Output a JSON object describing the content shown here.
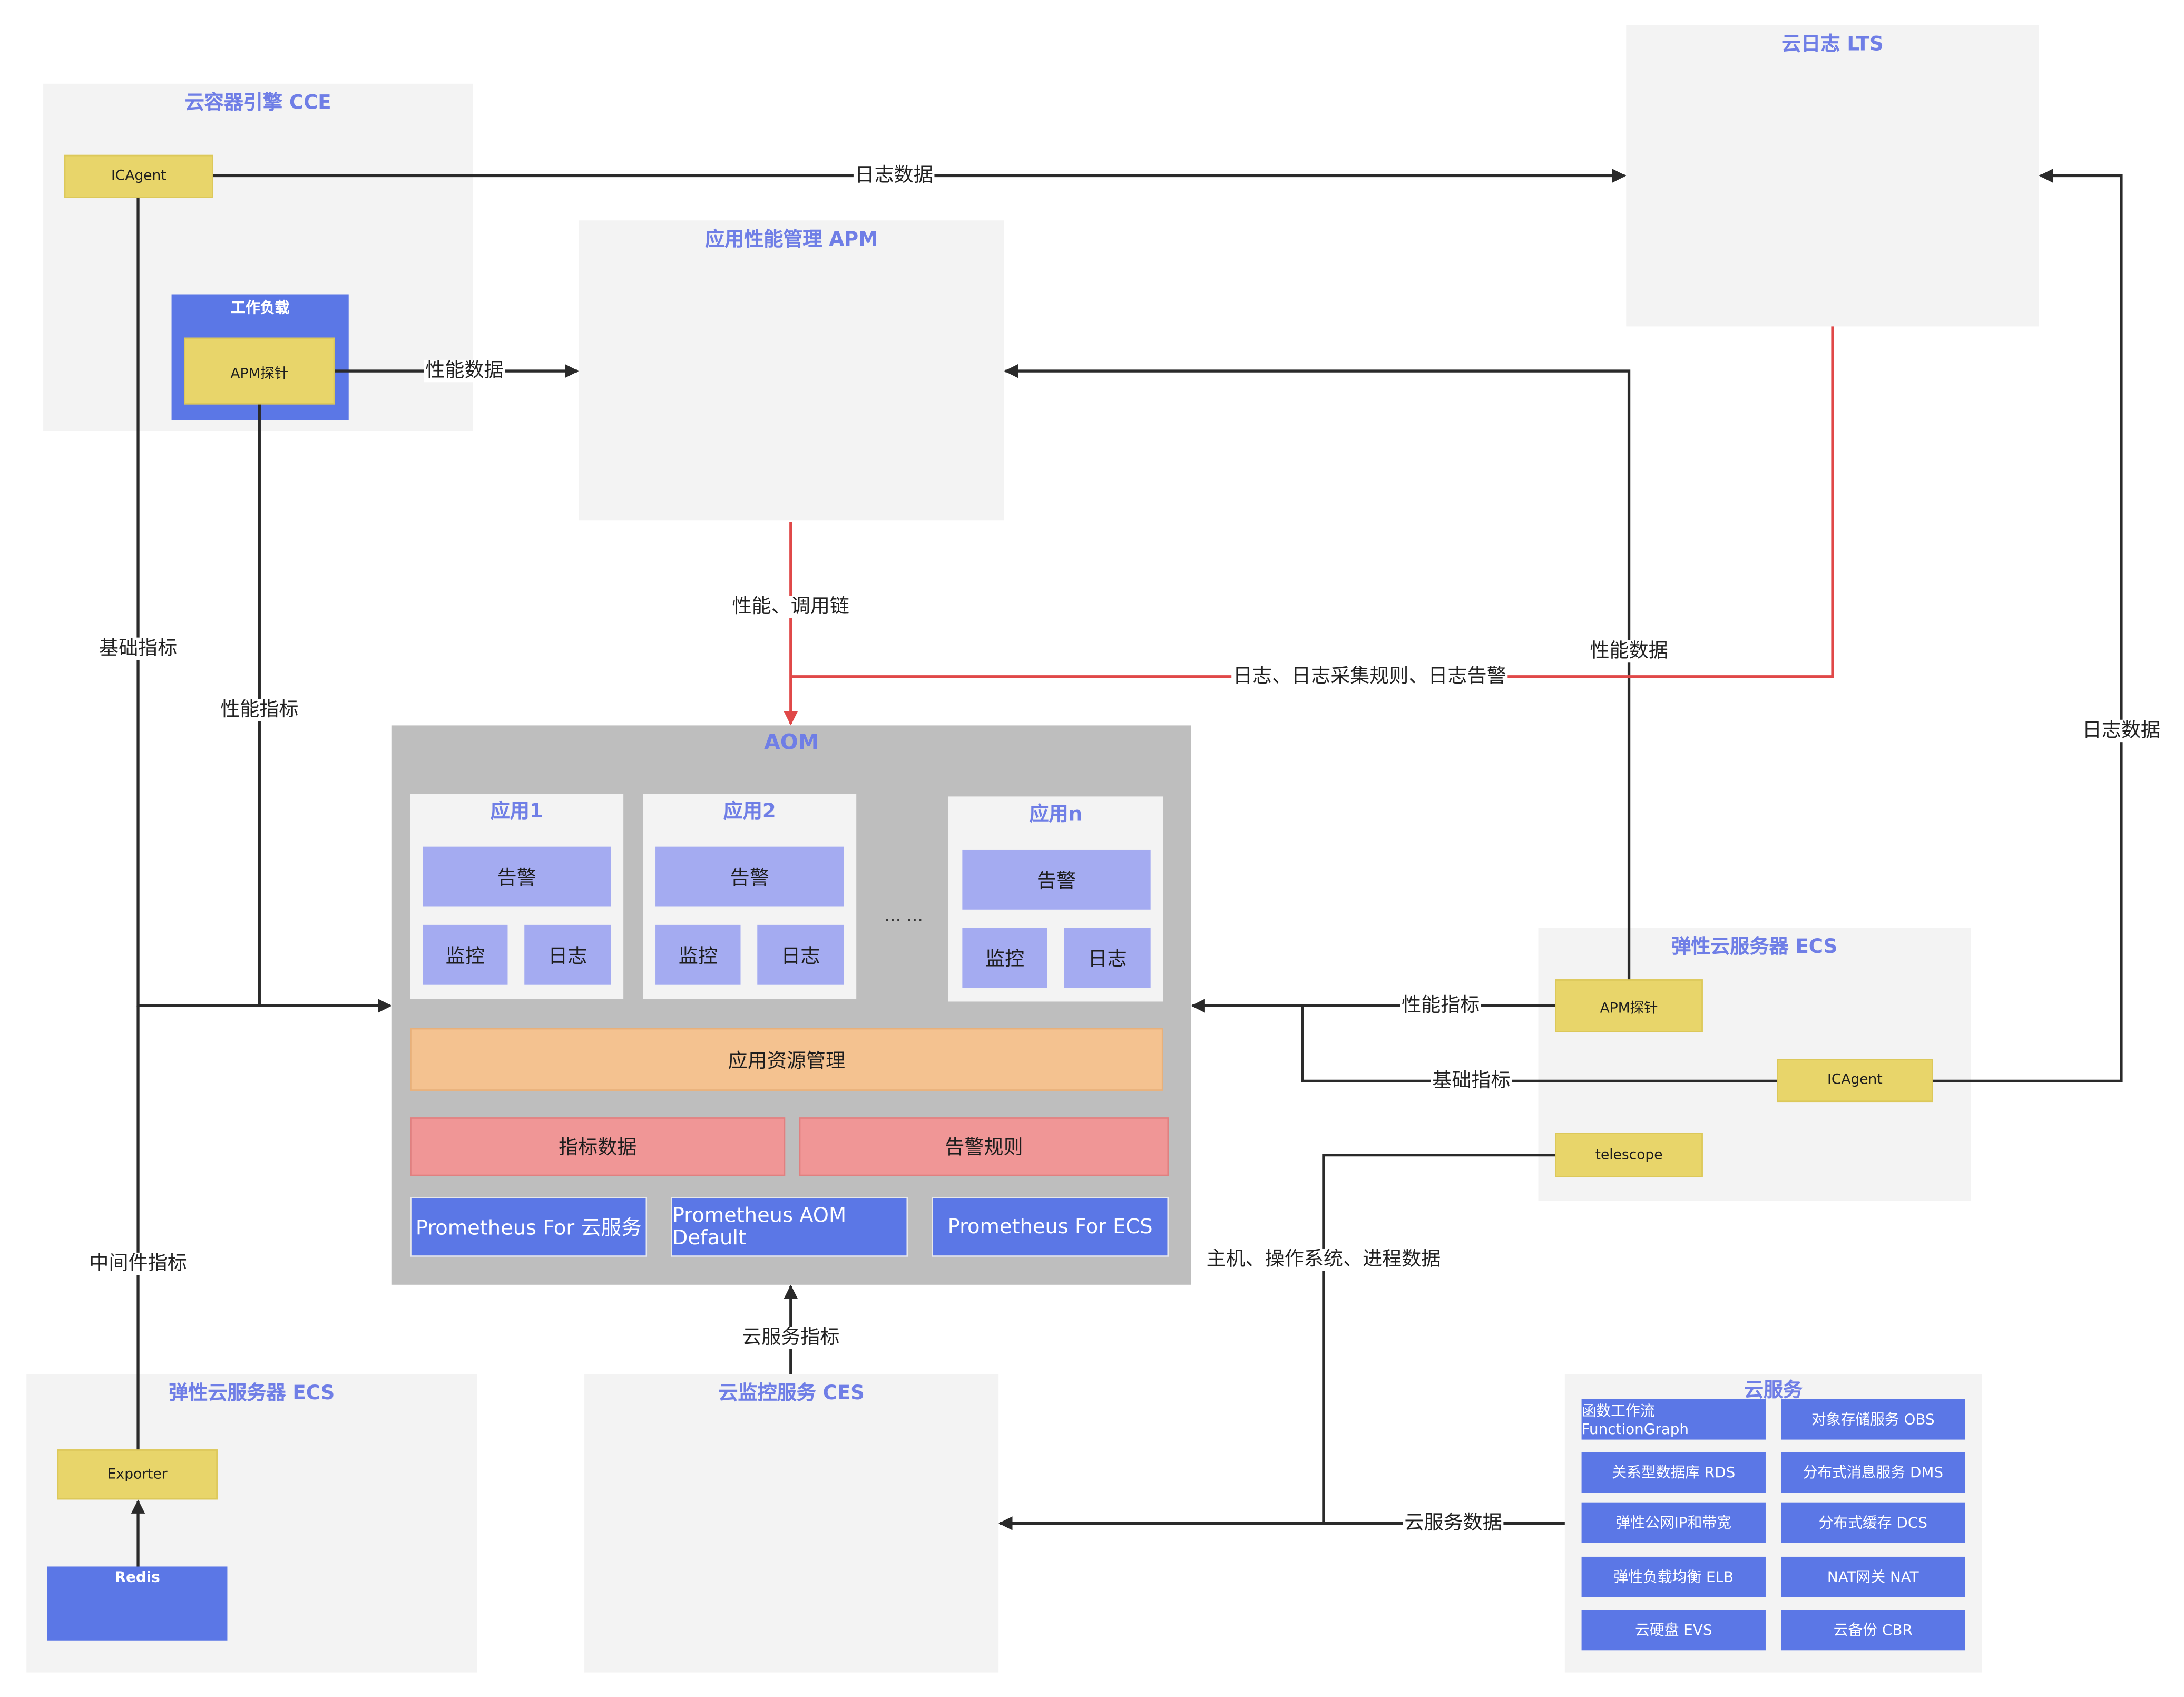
{
  "groups": {
    "cce": "云容器引擎 CCE",
    "lts": "云日志 LTS",
    "apm": "应用性能管理 APM",
    "aom": "AOM",
    "ecs_right": "弹性云服务器 ECS",
    "ecs_left": "弹性云服务器 ECS",
    "ces": "云监控服务 CES",
    "cloud": "云服务"
  },
  "nodes": {
    "icagent_cce": "ICAgent",
    "workload": "工作负载",
    "apm_probe_cce": "APM探针",
    "apm_probe_ecs": "APM探针",
    "icagent_ecs": "ICAgent",
    "telescope": "telescope",
    "exporter": "Exporter",
    "redis": "Redis"
  },
  "aom": {
    "apps": [
      {
        "title": "应用1",
        "alarm": "告警",
        "monitor": "监控",
        "log": "日志"
      },
      {
        "title": "应用2",
        "alarm": "告警",
        "monitor": "监控",
        "log": "日志"
      },
      {
        "title": "应用n",
        "alarm": "告警",
        "monitor": "监控",
        "log": "日志"
      }
    ],
    "ellipsis": "… …",
    "resource_mgmt": "应用资源管理",
    "metric_data": "指标数据",
    "alarm_rules": "告警规则",
    "prometheus": [
      "Prometheus For 云服务",
      "Prometheus AOM Default",
      "Prometheus For ECS"
    ]
  },
  "cloud_services": [
    "函数工作流 FunctionGraph",
    "对象存储服务 OBS",
    "关系型数据库 RDS",
    "分布式消息服务 DMS",
    "弹性公网IP和带宽",
    "分布式缓存 DCS",
    "弹性负载均衡 ELB",
    "NAT网关 NAT",
    "云硬盘 EVS",
    "云备份 CBR"
  ],
  "edges": {
    "log_data_top": "日志数据",
    "perf_data_cce": "性能数据",
    "perf_callchain": "性能、调用链",
    "lts_to_aom": "日志、日志采集规则、日志告警",
    "perf_data_ecs": "性能数据",
    "log_data_right": "日志数据",
    "basic_metrics_left": "基础指标",
    "perf_metrics_left": "性能指标",
    "middleware_metrics": "中间件指标",
    "perf_metrics_right": "性能指标",
    "basic_metrics_right": "基础指标",
    "host_os_process": "主机、操作系统、进程数据",
    "cloud_metrics": "云服务指标",
    "cloud_data": "云服务数据"
  },
  "colors": {
    "accent": "#6f7ee6",
    "yellow": "#e8d56a",
    "blue": "#5b77e6",
    "pale_blue": "#a4abf1",
    "orange": "#f4c290",
    "red_box": "#f09696",
    "red_line": "#e04848",
    "aom_bg": "#bebebe",
    "group_bg": "#f3f3f3"
  }
}
